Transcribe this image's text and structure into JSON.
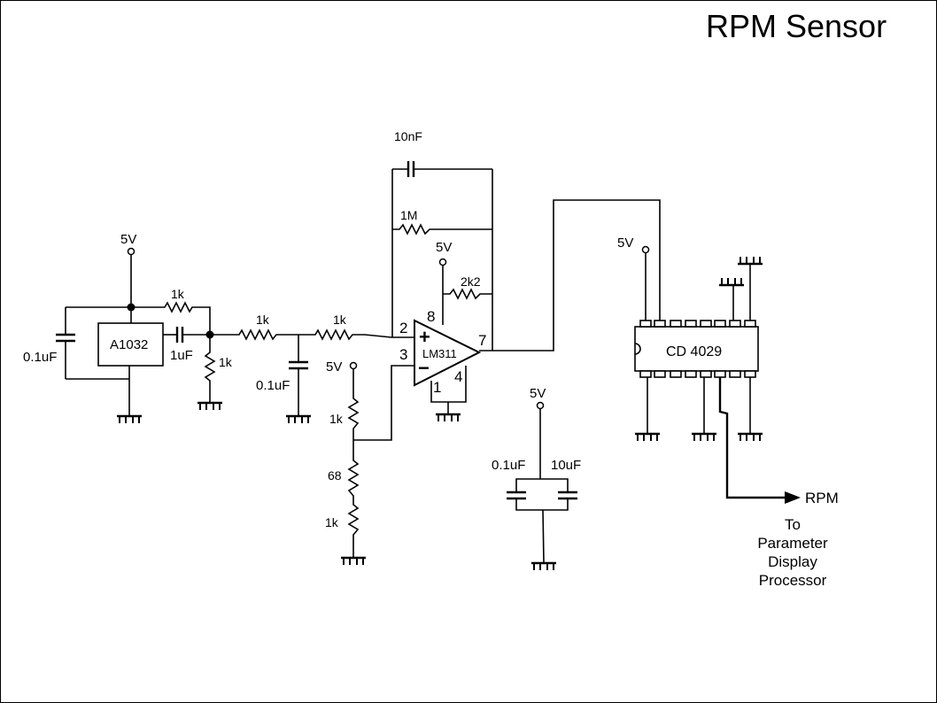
{
  "title": "RPM Sensor",
  "supplies": {
    "hall": "5V",
    "opamp": "5V",
    "divider": "5V",
    "decoupling": "5V",
    "counter": "5V"
  },
  "hall_stage": {
    "ic_label": "A1032",
    "bypass_cap": "0.1uF",
    "coupling_cap": "1uF",
    "pullup_res": "1k",
    "pulldown_res": "1k"
  },
  "filter_stage": {
    "r1": "1k",
    "r2": "1k",
    "cap": "0.1uF"
  },
  "comparator": {
    "ic_label": "LM311",
    "feedback_cap": "10nF",
    "feedback_res": "1M",
    "pullup_res": "2k2",
    "pins": {
      "p2": "2",
      "p3": "3",
      "p8": "8",
      "p7": "7",
      "p4": "4",
      "p1": "1"
    },
    "plus_sign": "+",
    "minus_sign": "−"
  },
  "divider": {
    "r_top": "1k",
    "r_mid": "68",
    "r_bot": "1k"
  },
  "decoupling": {
    "c1": "0.1uF",
    "c2": "10uF"
  },
  "counter": {
    "ic_label": "CD 4029"
  },
  "output": {
    "signal": "RPM",
    "destination_lines": [
      "To",
      "Parameter",
      "Display",
      "Processor"
    ]
  }
}
